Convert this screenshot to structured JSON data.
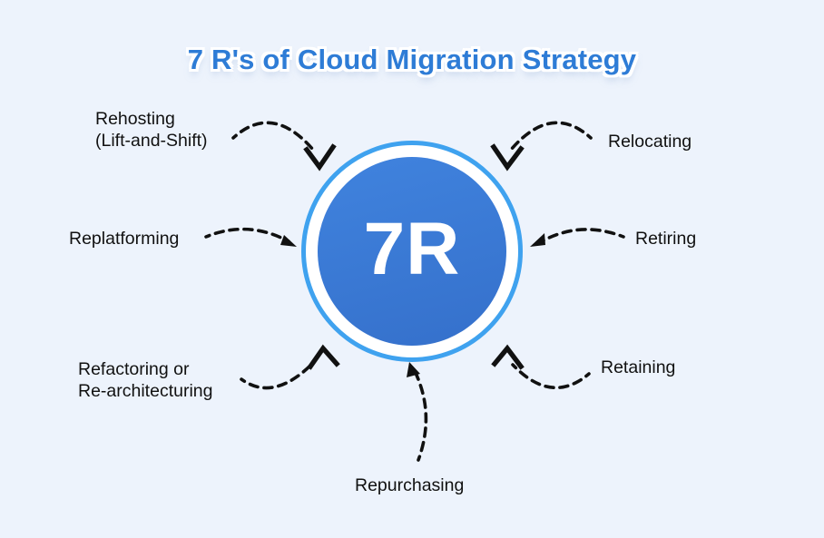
{
  "title": "7 R's of Cloud Migration Strategy",
  "center": {
    "label": "7R"
  },
  "strategies": {
    "rehosting": {
      "line1": "Rehosting",
      "line2": "(Lift-and-Shift)"
    },
    "relocating": {
      "label": "Relocating"
    },
    "replatforming": {
      "label": "Replatforming"
    },
    "retiring": {
      "label": "Retiring"
    },
    "refactoring": {
      "line1": "Refactoring or",
      "line2": "Re-architecturing"
    },
    "retaining": {
      "label": "Retaining"
    },
    "repurchasing": {
      "label": "Repurchasing"
    }
  },
  "colors": {
    "background": "#edf3fc",
    "title": "#2e7cd6",
    "ring": "#3fa2ef",
    "circle_gradient_top": "#4083de",
    "circle_gradient_bottom": "#3570cb",
    "center_text": "#ffffff",
    "label_text": "#111111",
    "arrow": "#111111"
  }
}
